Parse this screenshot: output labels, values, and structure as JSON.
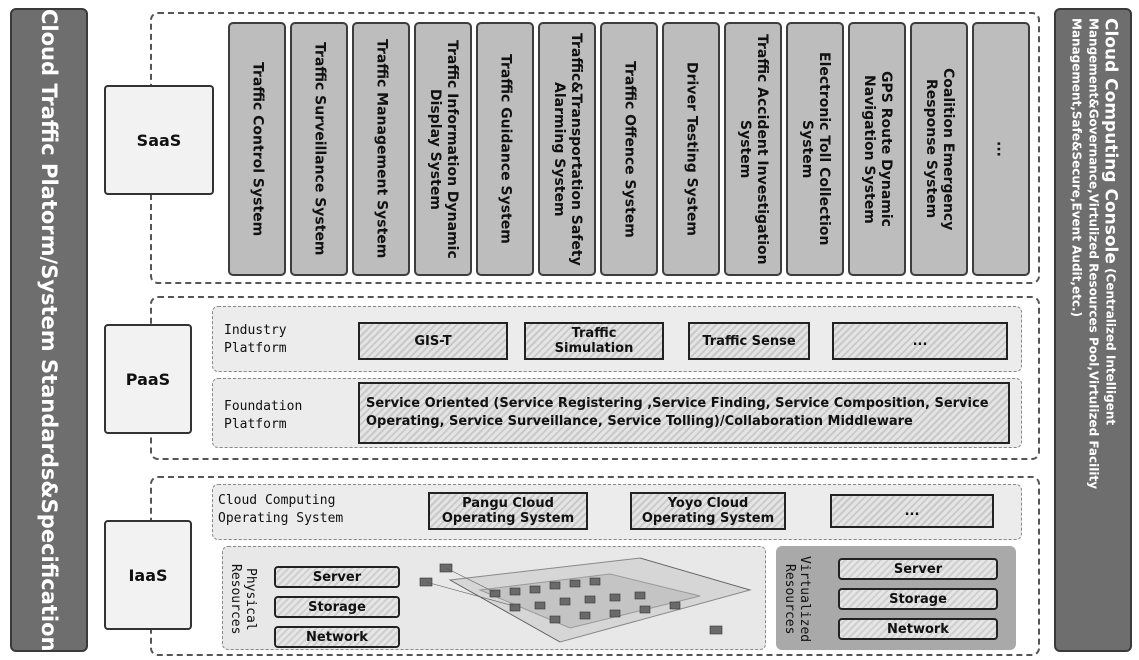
{
  "left_bar": {
    "label": "Cloud Traffic Platorm/System Standards&Specification"
  },
  "right_bar": {
    "title": "Cloud Computing Console",
    "detail": "(Centralized Intelligent Mangement&Governance,Virtulized Resources Pool,Virtulized Facility Management,Safe&Secure,Event Audit,etc.)"
  },
  "saas": {
    "tag": "SaaS",
    "systems": [
      "Traffic Control System",
      "Traffic Surveillance System",
      "Traffic Management System",
      "Traffic Information Dynamic\nDisplay System",
      "Traffic Guidance System",
      "Traffic&Transportation Safety\nAlarming System",
      "Traffic Offence System",
      "Driver Testing System",
      "Traffic Accident Investigation\nSystem",
      "Electronic Toll Collection\nSystem",
      "GPS Route Dynamic\nNavigation System",
      "Coalition Emergency\nResponse System",
      "..."
    ]
  },
  "paas": {
    "tag": "PaaS",
    "industry_label": "Industry\nPlatform",
    "industry_items": [
      "GIS-T",
      "Traffic\nSimulation",
      "Traffic Sense",
      "..."
    ],
    "foundation_label": "Foundation\nPlatform",
    "foundation_text": "Service Oriented (Service Registering ,Service Finding, Service Composition, Service Operating, Service Surveillance, Service Tolling)/Collaboration Middleware"
  },
  "iaas": {
    "tag": "IaaS",
    "os_label": "Cloud Computing\nOperating System",
    "os_items": [
      "Pangu Cloud\nOperating System",
      "Yoyo Cloud\nOperating System",
      "..."
    ],
    "physical_label": "Physical\nResources",
    "physical_items": [
      "Server",
      "Storage",
      "Network"
    ],
    "virtual_label": "Virtualized\nResources",
    "virtual_items": [
      "Server",
      "Storage",
      "Network"
    ]
  }
}
